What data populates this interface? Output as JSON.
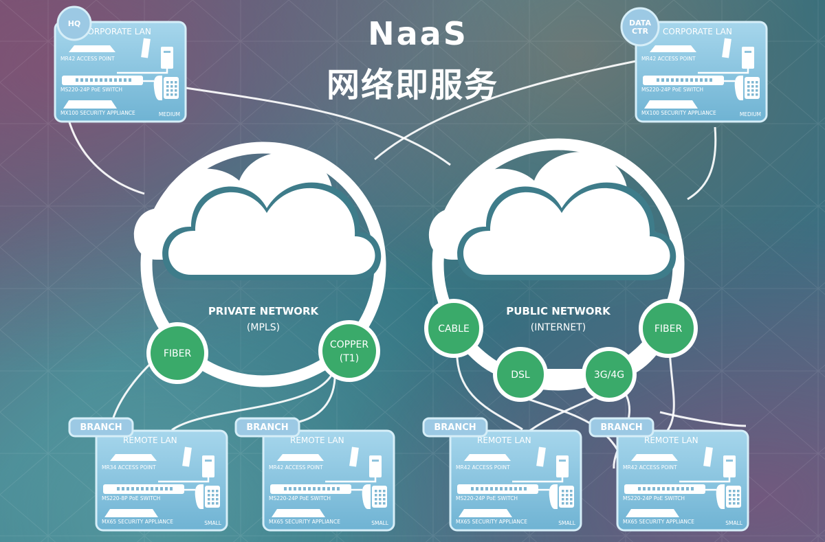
{
  "title": {
    "line1": "NaaS",
    "line2": "网络即服务"
  },
  "clouds": [
    {
      "id": "private",
      "name": "PRIVATE NETWORK",
      "sub": "(MPLS)"
    },
    {
      "id": "public",
      "name": "PUBLIC NETWORK",
      "sub": "(INTERNET)"
    }
  ],
  "links": [
    {
      "id": "fiber-private",
      "lines": [
        "FIBER"
      ]
    },
    {
      "id": "copper",
      "lines": [
        "COPPER",
        "(T1)"
      ]
    },
    {
      "id": "cable",
      "lines": [
        "CABLE"
      ]
    },
    {
      "id": "dsl",
      "lines": [
        "DSL"
      ]
    },
    {
      "id": "3g4g",
      "lines": [
        "3G/4G"
      ]
    },
    {
      "id": "fiber-public",
      "lines": [
        "FIBER"
      ]
    }
  ],
  "sites": [
    {
      "id": "hq",
      "badge": "HQ",
      "lan": "CORPORATE LAN",
      "ap": "MR42 ACCESS POINT",
      "switch": "MS220-24P PoE SWITCH",
      "appliance": "MX100 SECURITY APPLIANCE",
      "size": "MEDIUM"
    },
    {
      "id": "dc",
      "badge": [
        "DATA",
        "CTR"
      ],
      "lan": "CORPORATE LAN",
      "ap": "MR42 ACCESS POINT",
      "switch": "MS220-24P PoE SWITCH",
      "appliance": "MX100 SECURITY APPLIANCE",
      "size": "MEDIUM"
    },
    {
      "id": "branch1",
      "badge": "BRANCH",
      "lan": "REMOTE LAN",
      "ap": "MR34 ACCESS POINT",
      "switch": "MS220-8P PoE SWITCH",
      "appliance": "MX65 SECURITY APPLIANCE",
      "size": "SMALL"
    },
    {
      "id": "branch2",
      "badge": "BRANCH",
      "lan": "REMOTE LAN",
      "ap": "MR42 ACCESS POINT",
      "switch": "MS220-24P PoE SWITCH",
      "appliance": "MX65 SECURITY APPLIANCE",
      "size": "SMALL"
    },
    {
      "id": "branch3",
      "badge": "BRANCH",
      "lan": "REMOTE LAN",
      "ap": "MR42 ACCESS POINT",
      "switch": "MS220-24P PoE SWITCH",
      "appliance": "MX65 SECURITY APPLIANCE",
      "size": "SMALL"
    },
    {
      "id": "branch4",
      "badge": "BRANCH",
      "lan": "REMOTE LAN",
      "ap": "MR42 ACCESS POINT",
      "switch": "MS220-24P PoE SWITCH",
      "appliance": "MX65 SECURITY APPLIANCE",
      "size": "SMALL"
    }
  ],
  "colors": {
    "link_green": "#3aaa6a",
    "panel_blue": "#8ec8e2",
    "panel_border": "#d6eef8",
    "badge_blue": "#9cc9e4"
  }
}
